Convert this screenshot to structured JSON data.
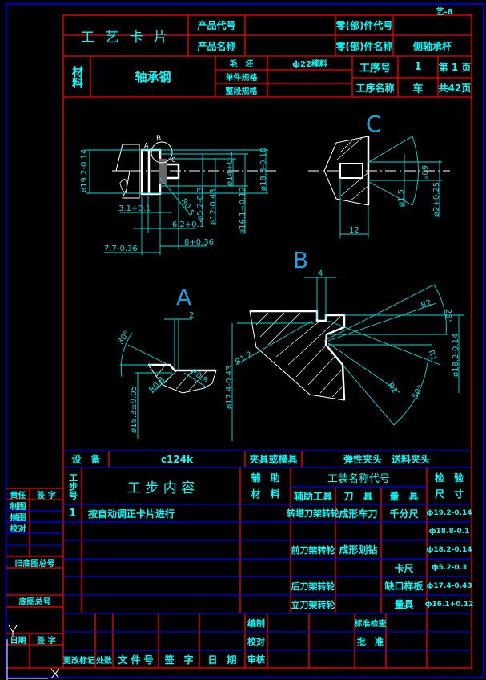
{
  "sheet_code": "艺-8",
  "header": {
    "card_title": "工 艺 卡 片",
    "product_code_label": "产品代号",
    "product_code": "",
    "product_name_label": "产品名称",
    "product_name": "",
    "part_code_label": "零(部)件代号",
    "part_code": "",
    "part_name_label": "零(部)件名称",
    "part_name": "侧轴承杯",
    "material_label": "材料",
    "material": "轴承钢",
    "blank_label": "毛　坯",
    "blank_value": "ф22棒料",
    "unit_spec_label": "单件规格",
    "unit_spec": "",
    "segment_spec_label": "整段规格",
    "segment_spec": "",
    "process_no_label": "工序号",
    "process_no": "1",
    "page_label": "第 1 页",
    "process_name_label": "工序名称",
    "process_name": "车",
    "total_pages_label": "共42页"
  },
  "drawing": {
    "view_labels": {
      "a": "A",
      "b": "B",
      "c": "C",
      "mark_a": "A",
      "mark_b": "B",
      "mark_c": "C"
    },
    "main_dims": [
      "ø19.2-0.14",
      "ø18.8-0.10",
      "ø14+0.1",
      "ø16.1+0.12",
      "ø12-0.43",
      "ø5.2-0.3",
      "R0.5",
      "3.1+0.1",
      "6.2+0.1",
      "8+0.36",
      "7.7-0.36"
    ],
    "c_dims": [
      "60°",
      "ø1.5",
      "ø2+0.25",
      "12"
    ],
    "b_dims": [
      "4",
      "R2",
      "R1.2",
      "25°",
      "ø18.2-0.14",
      "R1",
      "R2",
      "50°",
      "ø17.4-0.43"
    ],
    "a_dims": [
      "2",
      "30°",
      "R0.8",
      "R0.8",
      "ø18.3±0.05"
    ]
  },
  "equipment": {
    "label": "设　备",
    "value": "c124k",
    "fixture_label": "夹具或模具",
    "fixture_value": "弹性夹头　送料夹头"
  },
  "steps_table": {
    "headers": {
      "step_no": "工步号",
      "content": "工 步 内 容",
      "aux_material": "辅　助\n材　料",
      "tooling": "工装名称代号",
      "aux_tool": "辅助工具",
      "cutter": "刀　具",
      "gauge": "量　具",
      "inspect": "检　验\n尺　寸"
    },
    "rows": [
      {
        "no": "1",
        "content": "按自动调正卡片进行",
        "aux_tool": "转塔刀架转轮",
        "cutter": "成形车刀",
        "gauge": "千分尺",
        "size": "ф19.2-0.14"
      },
      {
        "no": "",
        "content": "",
        "aux_tool": "",
        "cutter": "",
        "gauge": "",
        "size": "ф18.8-0.1"
      },
      {
        "no": "",
        "content": "",
        "aux_tool": "前刀架转轮",
        "cutter": "成形划钻",
        "gauge": "",
        "size": "ф18.2-0.14"
      },
      {
        "no": "",
        "content": "",
        "aux_tool": "",
        "cutter": "",
        "gauge": "卡尺",
        "size": "ф5.2-0.3"
      },
      {
        "no": "",
        "content": "",
        "aux_tool": "后刀架转轮",
        "cutter": "",
        "gauge": "缺口样板",
        "size": "ф17.4-0.43"
      },
      {
        "no": "",
        "content": "",
        "aux_tool": "立刀架转轮",
        "cutter": "",
        "gauge": "量具",
        "size": "ф16.1+0.12"
      }
    ]
  },
  "signoff": {
    "change_mark": "更改标记",
    "count": "处数",
    "file_no": "文 件 号",
    "signature": "签　字",
    "date": "日　期",
    "compiled": "编制",
    "checked": "校对",
    "reviewed": "审核",
    "std_check": "标准检查",
    "approved": "批　准"
  },
  "left_strip": {
    "responsibility": "责任",
    "sign": "签 字",
    "drawn": "制图",
    "traced": "描图",
    "proofread": "校对",
    "old_base_no": "旧底图总号",
    "base_no": "底图总号",
    "date": "日期",
    "sign2": "签 字"
  },
  "colors": {
    "frame": "#ff0000",
    "grid": "#0000ff",
    "text": "#00ffff",
    "part": "#ffffff"
  }
}
